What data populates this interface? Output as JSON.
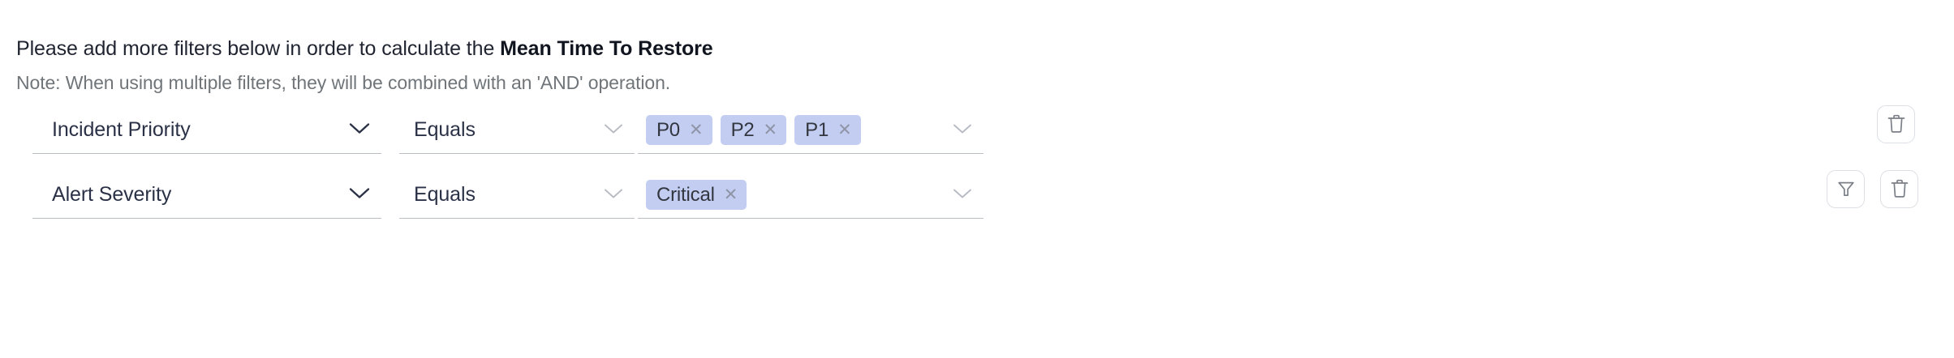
{
  "header": {
    "instruction_prefix": "Please add more filters below in order to calculate the ",
    "instruction_metric": "Mean Time To Restore",
    "note": "Note: When using multiple filters, they will be combined with an 'AND' operation."
  },
  "colors": {
    "tag_background": "#c3cdf2",
    "tag_text": "#32363f",
    "field_text": "#2b3146",
    "note_text": "#707579",
    "underline": "#b9bdc6",
    "button_border": "#dcdfe4",
    "icon_stroke": "#7b7f87"
  },
  "filters": [
    {
      "field_label": "Incident Priority",
      "field_chevron_icon": "chevron-down-icon",
      "operator_label": "Equals",
      "operator_chevron_icon": "chevron-down-icon",
      "values": [
        {
          "label": "P0",
          "remove_icon": "close-icon"
        },
        {
          "label": "P2",
          "remove_icon": "close-icon"
        },
        {
          "label": "P1",
          "remove_icon": "close-icon"
        }
      ],
      "values_chevron_icon": "chevron-down-icon",
      "actions": [
        {
          "name": "delete-filter-button",
          "icon": "trash-icon"
        }
      ]
    },
    {
      "field_label": "Alert Severity",
      "field_chevron_icon": "chevron-down-icon",
      "operator_label": "Equals",
      "operator_chevron_icon": "chevron-down-icon",
      "values": [
        {
          "label": "Critical",
          "remove_icon": "close-icon"
        }
      ],
      "values_chevron_icon": "chevron-down-icon",
      "actions": [
        {
          "name": "add-filter-button",
          "icon": "funnel-icon"
        },
        {
          "name": "delete-filter-button",
          "icon": "trash-icon"
        }
      ]
    }
  ]
}
